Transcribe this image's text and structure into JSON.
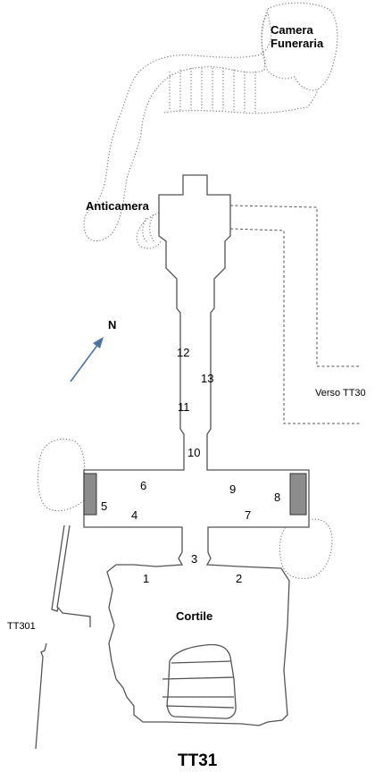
{
  "labels": {
    "burial_chamber_line1": "Camera",
    "burial_chamber_line2": "Funeraria",
    "antechamber": "Anticamera",
    "north": "N",
    "towards_tt30": "Verso TT30",
    "courtyard": "Cortile",
    "tt301": "TT301",
    "title": "TT31"
  },
  "wall_numbers": [
    "1",
    "2",
    "3",
    "4",
    "5",
    "6",
    "7",
    "8",
    "9",
    "10",
    "11",
    "12",
    "13"
  ],
  "colors": {
    "wall": "#555555",
    "pillar": "#8c8c8c",
    "north_arrow": "#4a74a8",
    "text": "#000000"
  }
}
